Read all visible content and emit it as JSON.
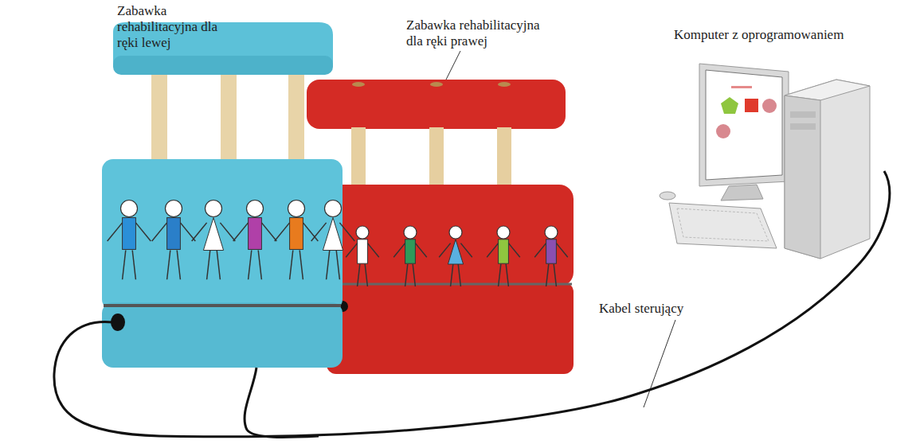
{
  "diagram": {
    "labels": [
      "Zabawka rehabilitacyjna dla ręki lewej",
      "Zabawka rehabilitacyjna dla ręki prawej",
      "Komputer z oprogramowaniem",
      "Kabel sterujący"
    ]
  }
}
